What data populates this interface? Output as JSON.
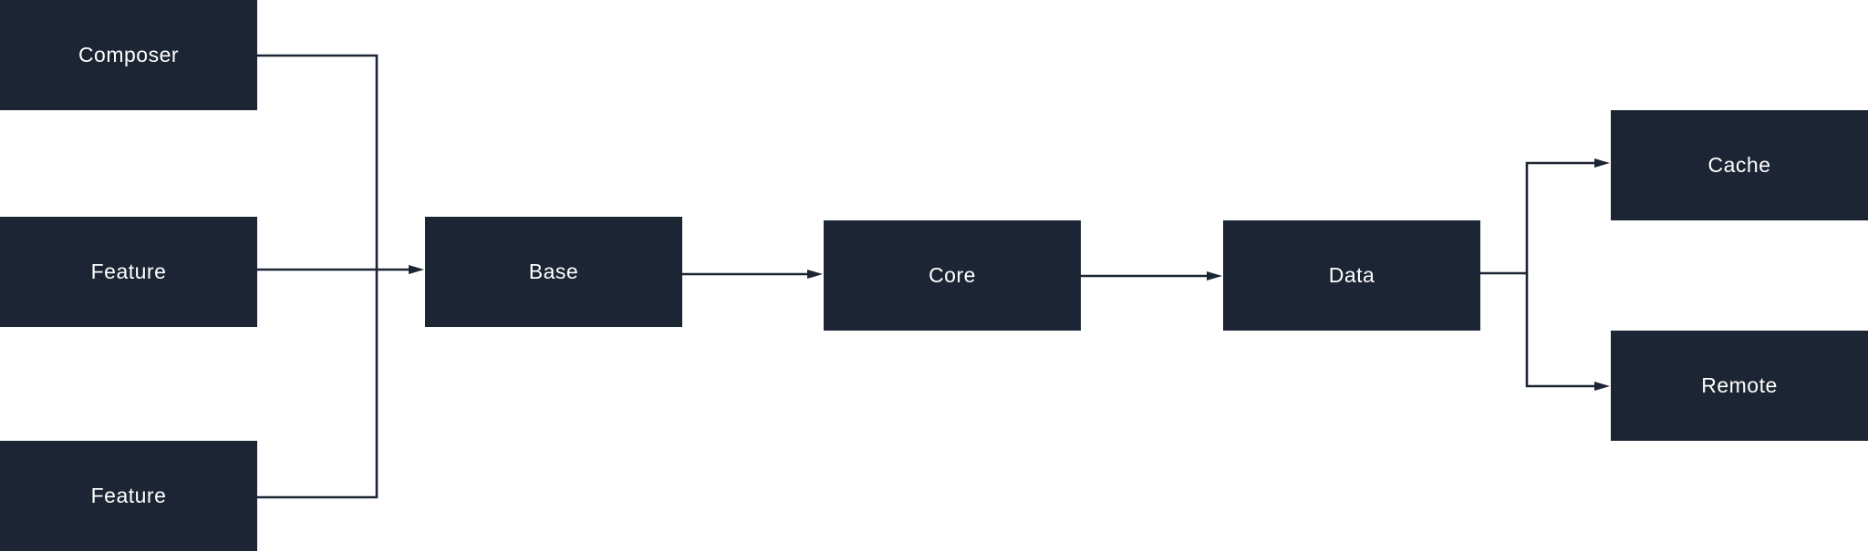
{
  "diagram": {
    "nodes": {
      "composer": {
        "label": "Composer"
      },
      "feature_1": {
        "label": "Feature"
      },
      "feature_2": {
        "label": "Feature"
      },
      "base": {
        "label": "Base"
      },
      "core": {
        "label": "Core"
      },
      "data": {
        "label": "Data"
      },
      "cache": {
        "label": "Cache"
      },
      "remote": {
        "label": "Remote"
      }
    },
    "edges": [
      {
        "from": "Composer",
        "to": "Base"
      },
      {
        "from": "Feature",
        "to": "Base"
      },
      {
        "from": "Feature",
        "to": "Base"
      },
      {
        "from": "Base",
        "to": "Core"
      },
      {
        "from": "Core",
        "to": "Data"
      },
      {
        "from": "Data",
        "to": "Cache"
      },
      {
        "from": "Data",
        "to": "Remote"
      }
    ],
    "colors": {
      "node_fill": "#1c2533",
      "node_text": "#ffffff",
      "edge": "#1c2533",
      "background": "#ffffff"
    }
  }
}
